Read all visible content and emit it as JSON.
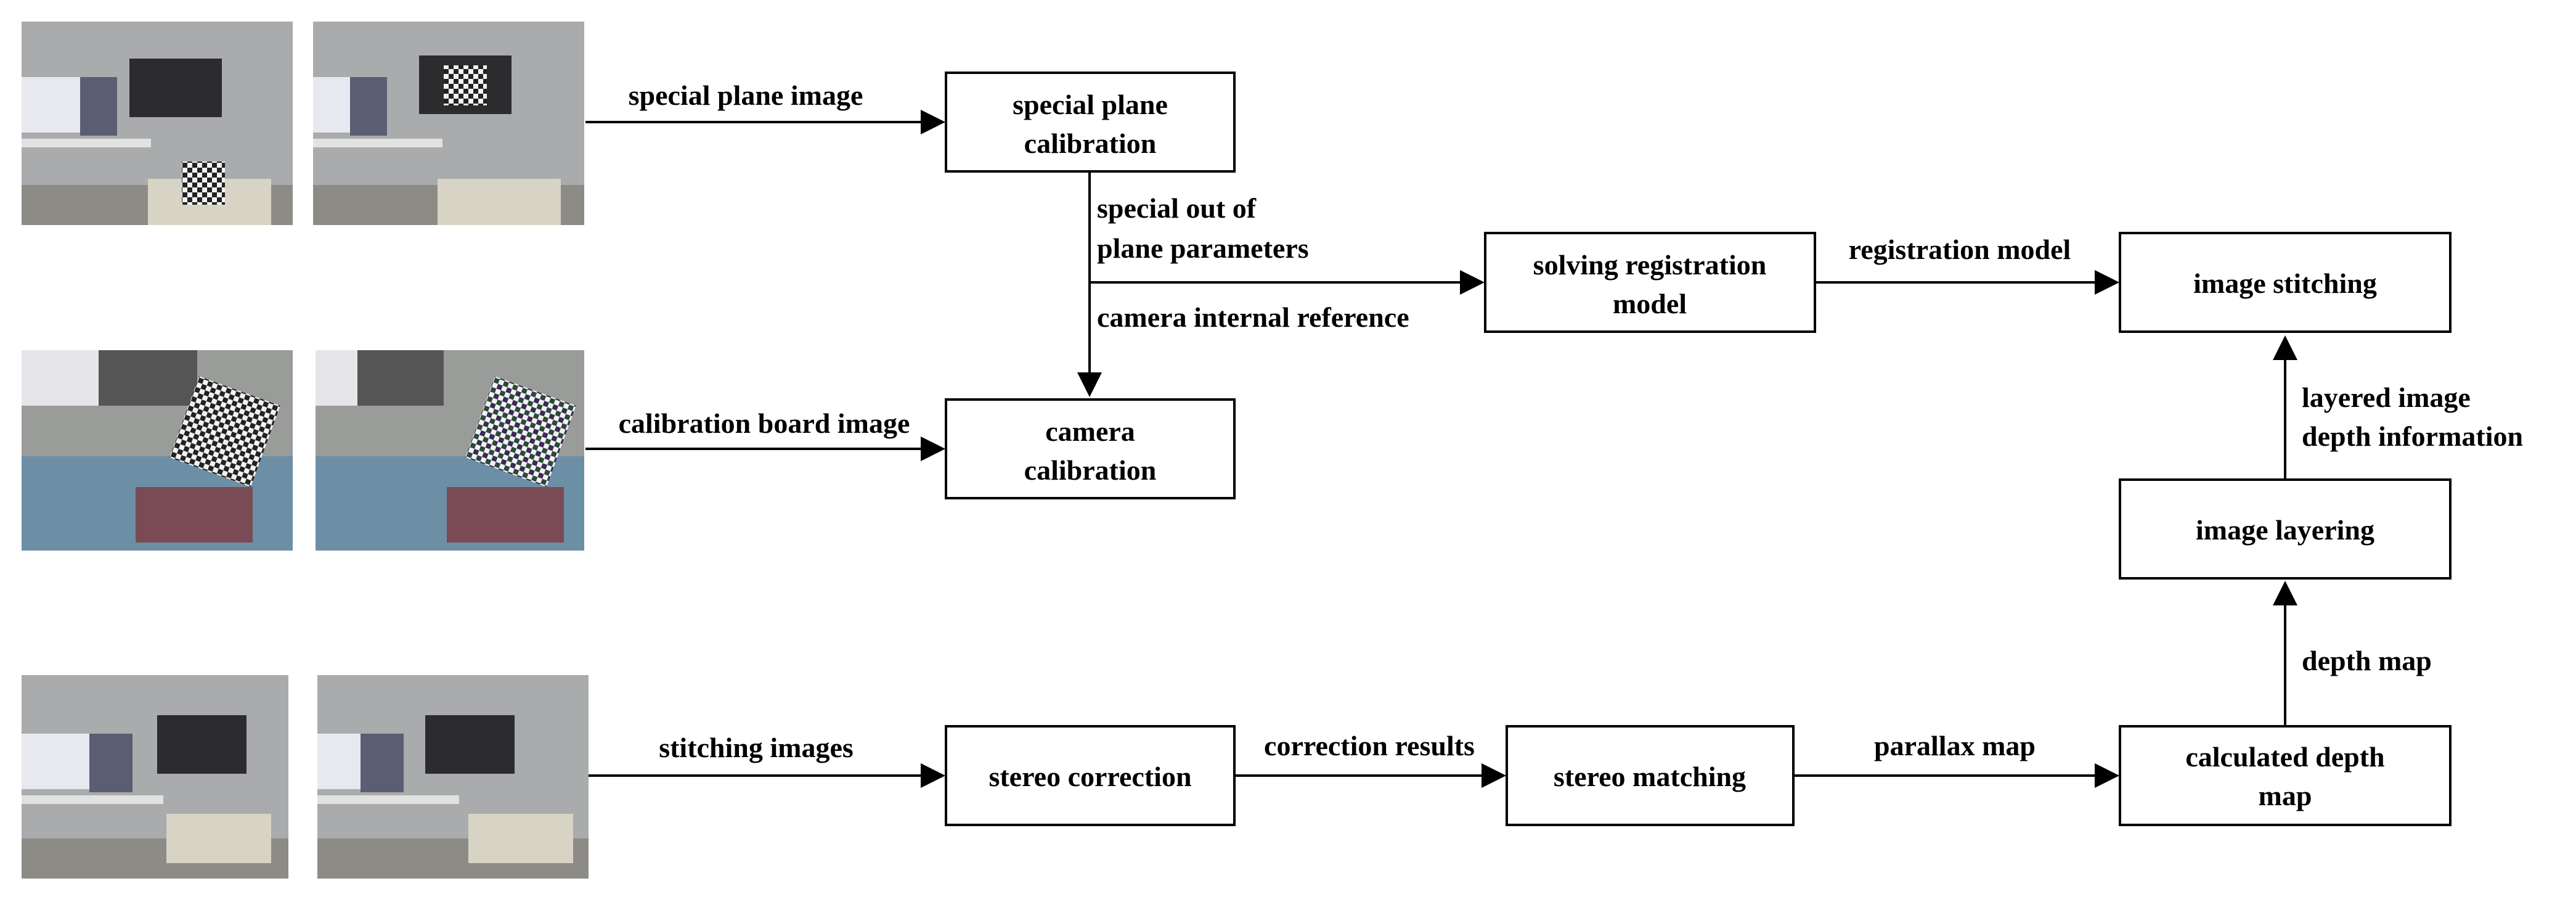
{
  "diagram": {
    "boxes": {
      "special_plane_calibration": [
        "special plane",
        "calibration"
      ],
      "camera_calibration": [
        "camera",
        "calibration"
      ],
      "solving_registration_model": [
        "solving registration",
        "model"
      ],
      "image_stitching": [
        "image stitching"
      ],
      "image_layering": [
        "image layering"
      ],
      "calculated_depth_map": [
        "calculated depth",
        "map"
      ],
      "stereo_correction": [
        "stereo correction"
      ],
      "stereo_matching": [
        "stereo matching"
      ]
    },
    "edges": {
      "special_plane_image": "special plane image",
      "calibration_board_image": "calibration board image",
      "stitching_images": "stitching images",
      "special_out_of_plane_parameters": [
        "special out of",
        "plane parameters"
      ],
      "camera_internal_reference": "camera internal reference",
      "registration_model": "registration model",
      "correction_results": "correction results",
      "parallax_map": "parallax map",
      "depth_map": "depth map",
      "layered_image_depth_information": [
        "layered image",
        "depth information"
      ]
    }
  }
}
